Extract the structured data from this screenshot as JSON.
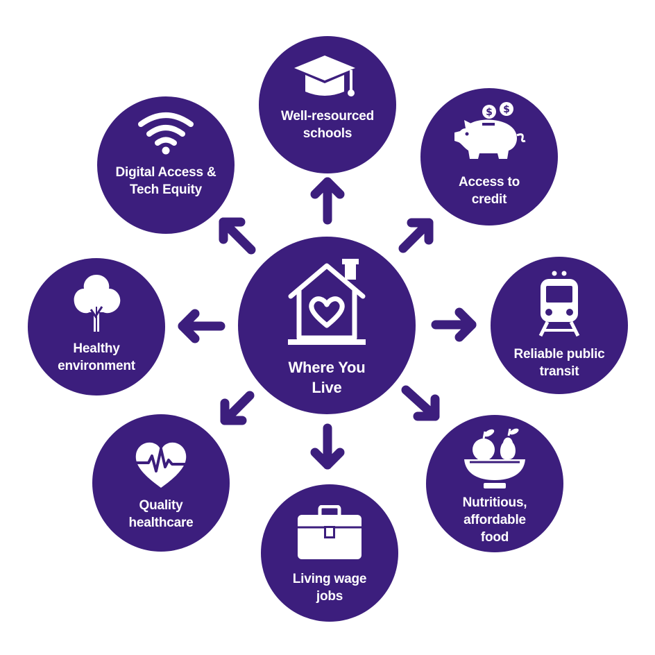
{
  "center": {
    "icon": "house-heart-icon",
    "lines": [
      "Where You",
      "Live"
    ]
  },
  "nodes": [
    {
      "id": "schools",
      "icon": "graduation-cap-icon",
      "lines": [
        "Well-resourced",
        "schools"
      ]
    },
    {
      "id": "credit",
      "icon": "piggy-bank-icon",
      "lines": [
        "Access to",
        "credit"
      ]
    },
    {
      "id": "transit",
      "icon": "train-icon",
      "lines": [
        "Reliable public",
        "transit"
      ]
    },
    {
      "id": "food",
      "icon": "fruit-bowl-icon",
      "lines": [
        "Nutritious,",
        "affordable",
        "food"
      ]
    },
    {
      "id": "jobs",
      "icon": "briefcase-icon",
      "lines": [
        "Living wage",
        "jobs"
      ]
    },
    {
      "id": "healthcare",
      "icon": "heart-pulse-icon",
      "lines": [
        "Quality",
        "healthcare"
      ]
    },
    {
      "id": "environment",
      "icon": "tree-icon",
      "lines": [
        "Healthy",
        "environment"
      ]
    },
    {
      "id": "digital",
      "icon": "wifi-icon",
      "lines": [
        "Digital Access &",
        "Tech Equity"
      ]
    }
  ],
  "colors": {
    "circle": "#3c1e7d",
    "icon": "#ffffff",
    "background": "#ffffff"
  }
}
